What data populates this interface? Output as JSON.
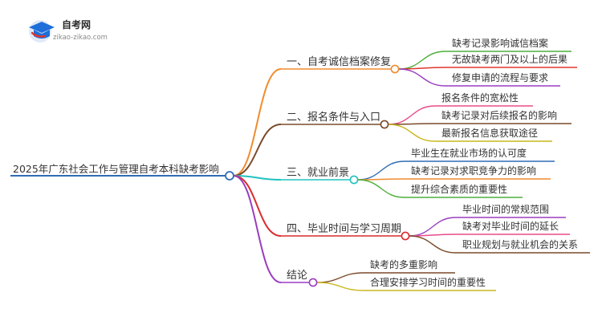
{
  "logo": {
    "title": "自考网",
    "url_text": "zikao-zikao.com",
    "icon": "graduation-cap-icon",
    "colors": {
      "cap": "#1e6fd9",
      "accent": "#e0362c"
    }
  },
  "mindmap": {
    "root": {
      "label": "2025年广东社会工作与管理自考本科缺考影响",
      "color": "#2f6db5"
    },
    "branches": [
      {
        "label": "一、自考诚信档案修复",
        "color": "#f08c2e",
        "children": [
          "缺考记录影响诚信档案",
          "无故缺考两门及以上的后果",
          "修复申请的流程与要求"
        ],
        "child_colors": [
          "#4caf3a",
          "#e0362c",
          "#9b3dc0"
        ]
      },
      {
        "label": "二、报名条件与入口",
        "color": "#7a4a2a",
        "children": [
          "报名条件的宽松性",
          "缺考记录对后续报名的影响",
          "最新报名信息获取途径"
        ],
        "child_colors": [
          "#e84c8a",
          "#7a4a2a",
          "#c8b71e"
        ]
      },
      {
        "label": "三、就业前景",
        "color": "#20c2c0",
        "children": [
          "毕业生在就业市场的认可度",
          "缺考记录对求职竞争力的影响",
          "提升综合素质的重要性"
        ],
        "child_colors": [
          "#2f6db5",
          "#f08c2e",
          "#4caf3a"
        ]
      },
      {
        "label": "四、毕业时间与学习周期",
        "color": "#d92c2c",
        "children": [
          "毕业时间的常规范围",
          "缺考对毕业时间的延长",
          "职业规划与就业机会的关系"
        ],
        "child_colors": [
          "#9b3dc0",
          "#e84c8a",
          "#7a4a2a"
        ]
      },
      {
        "label": "结论",
        "color": "#9b3dc0",
        "children": [
          "缺考的多重影响",
          "合理安排学习时间的重要性"
        ],
        "child_colors": [
          "#7a4a2a",
          "#c8b71e"
        ]
      }
    ]
  }
}
